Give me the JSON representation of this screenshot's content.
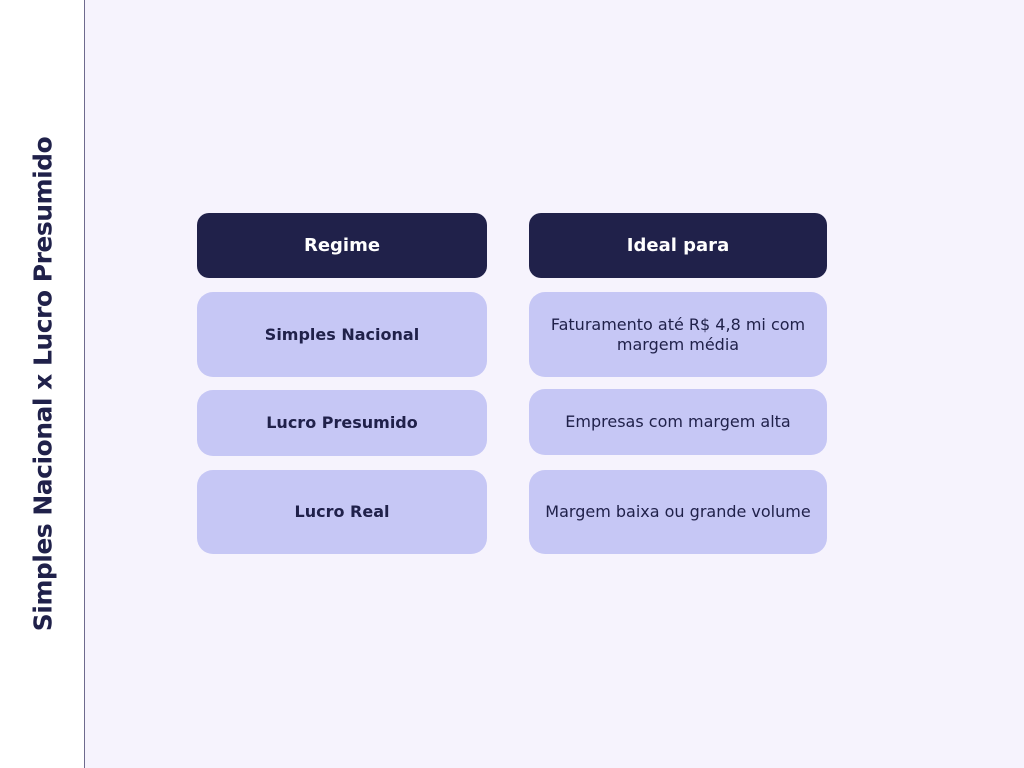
{
  "title": "Simples Nacional x Lucro Presumido",
  "table": {
    "headers": [
      "Regime",
      "Ideal para"
    ],
    "rows": [
      {
        "regime": "Simples Nacional",
        "ideal": "Faturamento até R$ 4,8 mi com margem média"
      },
      {
        "regime": "Lucro Presumido",
        "ideal": "Empresas com margem alta"
      },
      {
        "regime": "Lucro Real",
        "ideal": "Margem baixa ou grande volume"
      }
    ]
  },
  "colors": {
    "header": "#20214a",
    "cell": "#c6c7f5",
    "background": "#f6f3fd"
  }
}
